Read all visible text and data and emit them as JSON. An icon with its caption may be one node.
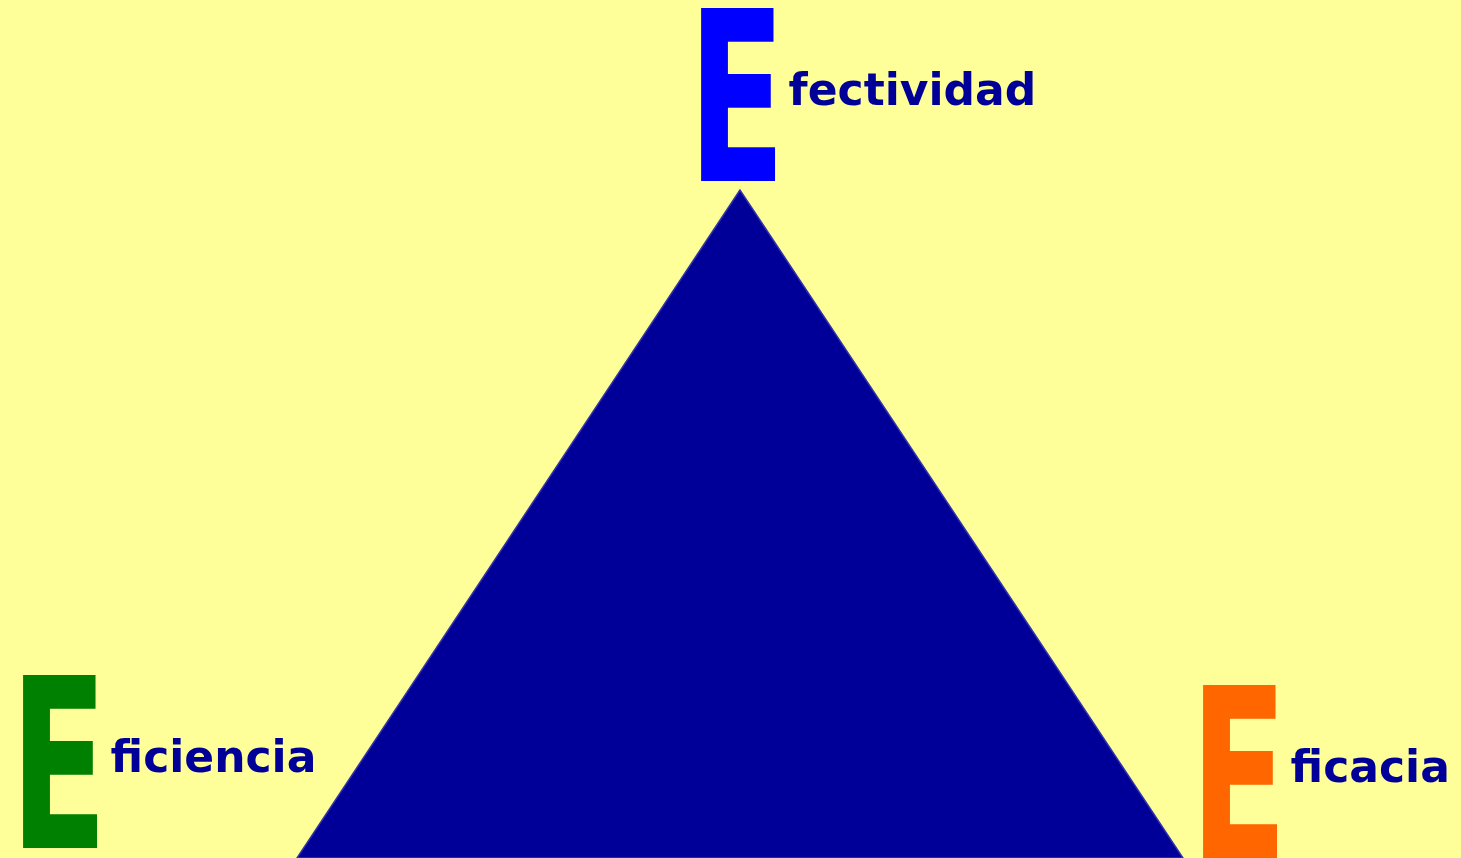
{
  "diagram": {
    "labels": [
      "Efectividad",
      "Eficiencia",
      "Eficacia"
    ]
  }
}
